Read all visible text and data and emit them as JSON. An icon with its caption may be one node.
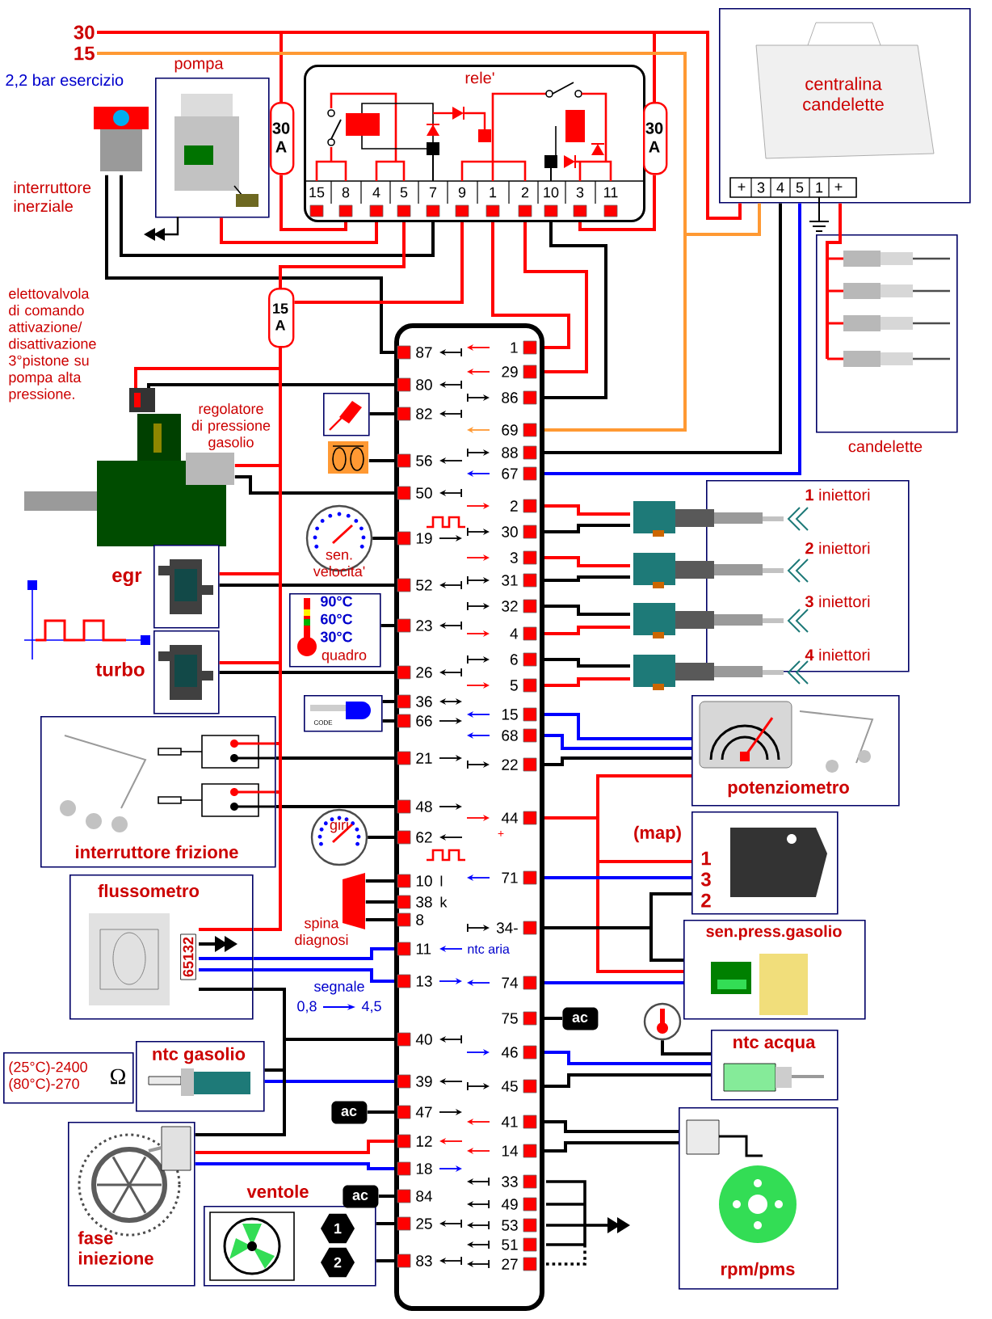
{
  "diagram": {
    "nodes": [
      {
        "text": [
          "rele'"
        ]
      },
      {
        "text": [
          "30 A"
        ]
      },
      {
        "text": [
          "30 A"
        ]
      },
      {
        "text": [
          "15 A"
        ]
      },
      {
        "text": [
          "pompa"
        ]
      },
      {
        "text": [
          "interruttore inerziale"
        ]
      },
      {
        "text": [
          "centralina candelette"
        ]
      },
      {
        "text": [
          "candelette"
        ]
      },
      {
        "text": [],
        "shape": "box"
      },
      {
        "text": [
          "elettovalvola di comando attivazione/ disattivazione 3°pistone su pompa alta pressione.",
          "regolatore di pressione gasolio"
        ]
      },
      {
        "text": [
          "egr"
        ]
      },
      {
        "text": [
          "turbo"
        ]
      },
      {
        "text": [
          "sen. velocita'"
        ]
      },
      {
        "text": [],
        "shape": "picture"
      },
      {
        "text": [],
        "shape": "picture"
      },
      {
        "text": [
          "90°C",
          "60°C",
          "30°C",
          "quadro"
        ]
      },
      {
        "text": [
          "CODE"
        ]
      },
      {
        "text": [
          "interruttore frizione"
        ]
      },
      {
        "text": [
          "giri"
        ]
      },
      {
        "text": [
          "spina diagnosi"
        ]
      },
      {
        "text": [
          "flussometro",
          "65132"
        ]
      },
      {
        "text": [
          "ntc gasolio"
        ]
      },
      {
        "text": [
          "(25°C)-2400 (80°C)-270",
          "Ω"
        ]
      },
      {
        "text": [
          "fase iniezione"
        ]
      },
      {
        "text": [
          "ventole",
          "1",
          "2"
        ]
      },
      {
        "text": [
          "ac"
        ]
      },
      {
        "text": [
          "ac"
        ]
      },
      {
        "text": [
          "**1** iniettori",
          "**2** iniettori",
          "**3** iniettori",
          "**4** iniettori"
        ]
      },
      {
        "text": [
          "potenziometro"
        ]
      },
      {
        "text": [
          "(map)",
          "1",
          "3",
          "2"
        ]
      },
      {
        "text": [
          "sen.press.gasolio"
        ]
      },
      {
        "text": [
          "ac"
        ]
      },
      {
        "text": [],
        "shape": "picture"
      },
      {
        "text": [
          "ntc acqua"
        ]
      },
      {
        "text": [
          "rpm/pms"
        ]
      },
      {
        "text": [
          "30"
        ]
      },
      {
        "text": [
          "15"
        ]
      },
      {
        "text": [],
        "shape": "picture"
      },
      {
        "text": [],
        "shape": "picture"
      },
      {
        "text": [],
        "shape": "picture"
      },
      {
        "text": [],
        "shape": "picture"
      }
    ],
    "edges": [
      {
        "from": 35,
        "to": 1,
        "arrow": "none",
        "color": "#ff0000"
      },
      {
        "from": 35,
        "to": 2,
        "arrow": "none",
        "color": "#ff0000"
      },
      {
        "from": 35,
        "to": 6,
        "arrow": "none",
        "color": "#ff0000"
      },
      {
        "from": 36,
        "to": 6,
        "arrow": "none",
        "color": "#ff9933"
      },
      {
        "from": 36,
        "to": 8,
        "arrow": "none",
        "color": "#ff9933"
      },
      {
        "from": 1,
        "to": 0,
        "arrow": "none",
        "color": "#ff0000"
      },
      {
        "from": 2,
        "to": 0,
        "arrow": "none",
        "color": "#ff0000"
      },
      {
        "from": 0,
        "to": 4,
        "arrow": "none",
        "color": "#ff0000"
      },
      {
        "from": 0,
        "to": 5,
        "arrow": "none"
      },
      {
        "from": 5,
        "to": 8,
        "arrow": "none"
      },
      {
        "from": 0,
        "to": 3,
        "arrow": "none",
        "color": "#ff0000"
      },
      {
        "from": 0,
        "to": 3,
        "arrow": "none",
        "color": "#ff0000"
      },
      {
        "from": 0,
        "to": 8,
        "arrow": "none",
        "color": "#ff0000"
      },
      {
        "from": 0,
        "to": 8,
        "arrow": "none",
        "color": "#ff0000"
      },
      {
        "from": 0,
        "to": 8,
        "arrow": "none"
      },
      {
        "from": 6,
        "to": 8,
        "arrow": "none"
      },
      {
        "from": 6,
        "to": 8,
        "arrow": "none",
        "color": "#0000ff"
      },
      {
        "from": 6,
        "to": 7,
        "arrow": "none",
        "color": "#ff0000"
      },
      {
        "from": 9,
        "to": 8,
        "arrow": "none"
      },
      {
        "from": 9,
        "to": 3,
        "arrow": "none",
        "color": "#ff0000"
      },
      {
        "from": 9,
        "to": 8,
        "arrow": "none"
      },
      {
        "from": 9,
        "to": 3,
        "arrow": "none",
        "color": "#ff0000"
      },
      {
        "from": 10,
        "to": 3,
        "arrow": "none",
        "color": "#ff0000"
      },
      {
        "from": 10,
        "to": 8,
        "arrow": "none"
      },
      {
        "from": 11,
        "to": 3,
        "arrow": "none",
        "color": "#ff0000"
      },
      {
        "from": 11,
        "to": 8,
        "arrow": "none"
      },
      {
        "from": 12,
        "to": 8,
        "arrow": "none"
      },
      {
        "from": 13,
        "to": 8,
        "arrow": "none"
      },
      {
        "from": 14,
        "to": 8,
        "arrow": "none"
      },
      {
        "from": 15,
        "to": 8,
        "arrow": "none"
      },
      {
        "from": 16,
        "to": 8,
        "arrow": "none"
      },
      {
        "from": 16,
        "to": 8,
        "arrow": "none"
      },
      {
        "from": 3,
        "to": 17,
        "arrow": "none",
        "color": "#ff0000"
      },
      {
        "from": 17,
        "to": 8,
        "arrow": "none"
      },
      {
        "from": 17,
        "to": 8,
        "arrow": "none"
      },
      {
        "from": 3,
        "to": 20,
        "arrow": "none",
        "color": "#ff0000"
      },
      {
        "from": 18,
        "to": 8,
        "arrow": "none"
      },
      {
        "from": 19,
        "to": 8,
        "arrow": "none"
      },
      {
        "from": 19,
        "to": 8,
        "arrow": "none"
      },
      {
        "from": 19,
        "to": 8,
        "arrow": "none"
      },
      {
        "from": 20,
        "to": 8,
        "arrow": "none",
        "color": "#0000ff"
      },
      {
        "from": 20,
        "to": 8,
        "arrow": "none",
        "color": "#0000ff"
      },
      {
        "from": 20,
        "to": 8,
        "arrow": "none"
      },
      {
        "from": 21,
        "to": 8,
        "arrow": "none"
      },
      {
        "from": 21,
        "to": 8,
        "arrow": "none",
        "color": "#0000ff"
      },
      {
        "from": 20,
        "to": 23,
        "arrow": "none"
      },
      {
        "from": 23,
        "to": 8,
        "arrow": "none",
        "color": "#ff0000"
      },
      {
        "from": 23,
        "to": 8,
        "arrow": "none",
        "color": "#0000ff"
      },
      {
        "from": 25,
        "to": 8,
        "arrow": "none"
      },
      {
        "from": 26,
        "to": 8,
        "arrow": "none"
      },
      {
        "from": 24,
        "to": 8,
        "arrow": "none"
      },
      {
        "from": 24,
        "to": 8,
        "arrow": "none"
      },
      {
        "from": 8,
        "to": 37,
        "arrow": "none",
        "color": "#ff0000"
      },
      {
        "from": 8,
        "to": 37,
        "arrow": "none"
      },
      {
        "from": 8,
        "to": 38,
        "arrow": "none",
        "color": "#ff0000"
      },
      {
        "from": 8,
        "to": 38,
        "arrow": "none"
      },
      {
        "from": 8,
        "to": 39,
        "arrow": "none"
      },
      {
        "from": 8,
        "to": 39,
        "arrow": "none",
        "color": "#ff0000"
      },
      {
        "from": 8,
        "to": 40,
        "arrow": "none"
      },
      {
        "from": 8,
        "to": 40,
        "arrow": "none",
        "color": "#ff0000"
      },
      {
        "from": 8,
        "to": 28,
        "arrow": "none",
        "color": "#0000ff"
      },
      {
        "from": 8,
        "to": 28,
        "arrow": "none",
        "color": "#0000ff"
      },
      {
        "from": 8,
        "to": 28,
        "arrow": "none"
      },
      {
        "from": 8,
        "to": 28,
        "arrow": "none",
        "color": "#ff0000"
      },
      {
        "from": 8,
        "to": 29,
        "arrow": "none",
        "color": "#ff0000"
      },
      {
        "from": 8,
        "to": 30,
        "arrow": "none",
        "color": "#ff0000"
      },
      {
        "from": 8,
        "to": 29,
        "arrow": "none",
        "color": "#0000ff"
      },
      {
        "from": 8,
        "to": 29,
        "arrow": "none"
      },
      {
        "from": 8,
        "to": 30,
        "arrow": "none"
      },
      {
        "from": 8,
        "to": 30,
        "arrow": "none",
        "color": "#0000ff"
      },
      {
        "from": 8,
        "to": 31,
        "arrow": "none"
      },
      {
        "from": 32,
        "to": 33,
        "arrow": "none"
      },
      {
        "from": 8,
        "to": 33,
        "arrow": "none",
        "color": "#0000ff"
      },
      {
        "from": 8,
        "to": 33,
        "arrow": "none"
      },
      {
        "from": 8,
        "to": 34,
        "arrow": "none"
      },
      {
        "from": 8,
        "to": 34,
        "arrow": "none"
      },
      {
        "from": 3,
        "to": 17,
        "arrow": "none",
        "color": "#ff0000"
      }
    ],
    "labels": [
      "2,2 bar esercizio",
      "15",
      "8",
      "4",
      "5",
      "7",
      "9",
      "1",
      "2",
      "10",
      "3",
      "11",
      "+",
      "3",
      "4",
      "5",
      "1",
      "+",
      "87",
      "80",
      "82",
      "56",
      "50",
      "19",
      "52",
      "23",
      "26",
      "36",
      "66",
      "21",
      "48",
      "62",
      "10",
      "38",
      "8",
      "11",
      "13",
      "40",
      "39",
      "47",
      "12",
      "18",
      "84",
      "25",
      "83",
      "1",
      "29",
      "86",
      "69",
      "88",
      "67",
      "2",
      "30",
      "3",
      "31",
      "32",
      "4",
      "6",
      "5",
      "15",
      "68",
      "22",
      "44",
      "71",
      "34-",
      "74",
      "75",
      "46",
      "45",
      "41",
      "14",
      "33",
      "49",
      "53",
      "51",
      "27",
      "l",
      "k",
      "ntc aria",
      "+",
      "segnale",
      "0,8",
      "4,5"
    ]
  }
}
